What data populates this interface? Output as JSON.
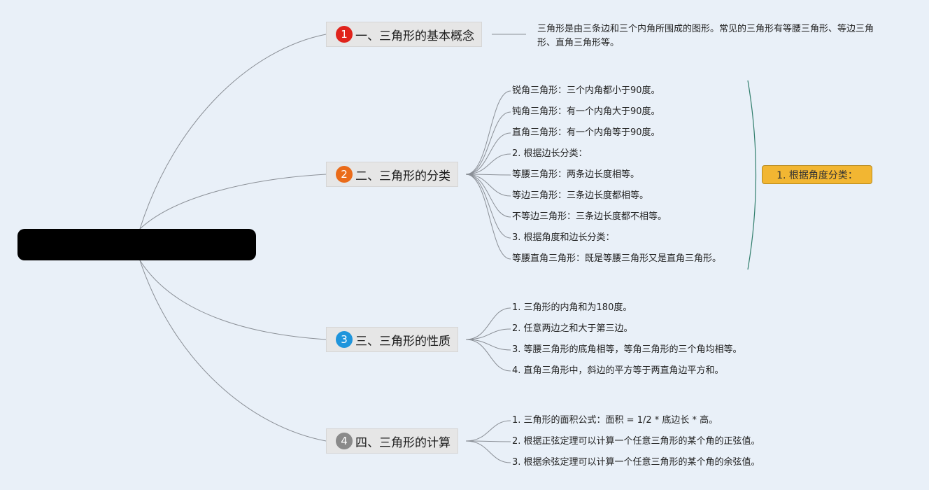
{
  "root": {
    "label": ""
  },
  "topics": [
    {
      "number": "1",
      "label": "一、三角形的基本概念",
      "badge_color": "#e0231b"
    },
    {
      "number": "2",
      "label": "二、三角形的分类",
      "badge_color": "#ea6b19"
    },
    {
      "number": "3",
      "label": "三、三角形的性质",
      "badge_color": "#1f95dc"
    },
    {
      "number": "4",
      "label": "四、三角形的计算",
      "badge_color": "#8a8a8a"
    }
  ],
  "concept_desc": "三角形是由三条边和三个内角所围成的图形。常见的三角形有等腰三角形、等边三角形、直角三角形等。",
  "classification_items": [
    "锐角三角形：三个内角都小于90度。",
    "钝角三角形：有一个内角大于90度。",
    "直角三角形：有一个内角等于90度。",
    "2. 根据边长分类：",
    "等腰三角形：两条边长度相等。",
    "等边三角形：三条边长度都相等。",
    "不等边三角形：三条边长度都不相等。",
    "3. 根据角度和边长分类：",
    "等腰直角三角形：既是等腰三角形又是直角三角形。"
  ],
  "classification_summary": "1. 根据角度分类：",
  "property_items": [
    "1. 三角形的内角和为180度。",
    "2. 任意两边之和大于第三边。",
    "3. 等腰三角形的底角相等，等角三角形的三个角均相等。",
    "4. 直角三角形中，斜边的平方等于两直角边平方和。"
  ],
  "calculation_items": [
    "1. 三角形的面积公式：面积 = 1/2 * 底边长 * 高。",
    "2. 根据正弦定理可以计算一个任意三角形的某个角的正弦值。",
    "3. 根据余弦定理可以计算一个任意三角形的某个角的余弦值。"
  ],
  "colors": {
    "background": "#e9f0f8",
    "connector": "#8a8f96",
    "summary_brace": "#2f7d6b",
    "summary_fill": "#f2b632"
  }
}
